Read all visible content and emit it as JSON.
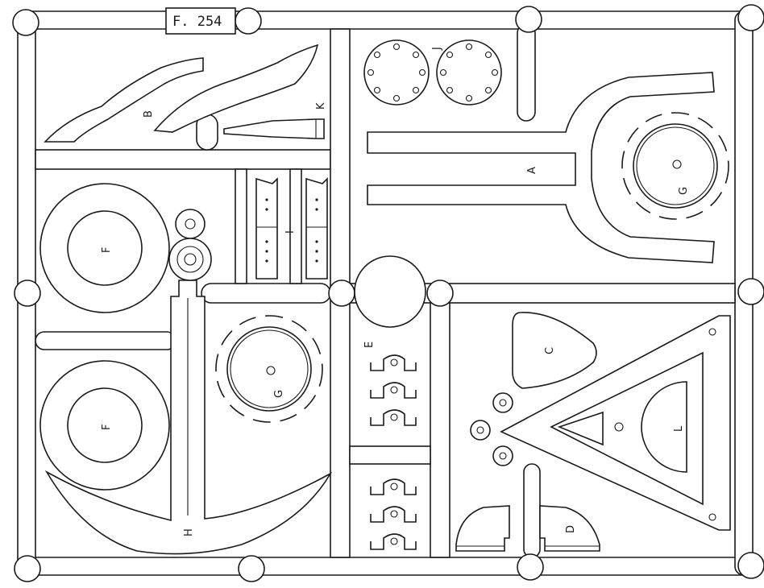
{
  "sheet": {
    "code": "F. 254",
    "parts": {
      "A": "A",
      "B": "B",
      "C": "C",
      "D": "D",
      "E": "E",
      "F": "F",
      "G": "G",
      "H": "H",
      "I": "I",
      "J": "J",
      "K": "K",
      "L": "L"
    }
  }
}
